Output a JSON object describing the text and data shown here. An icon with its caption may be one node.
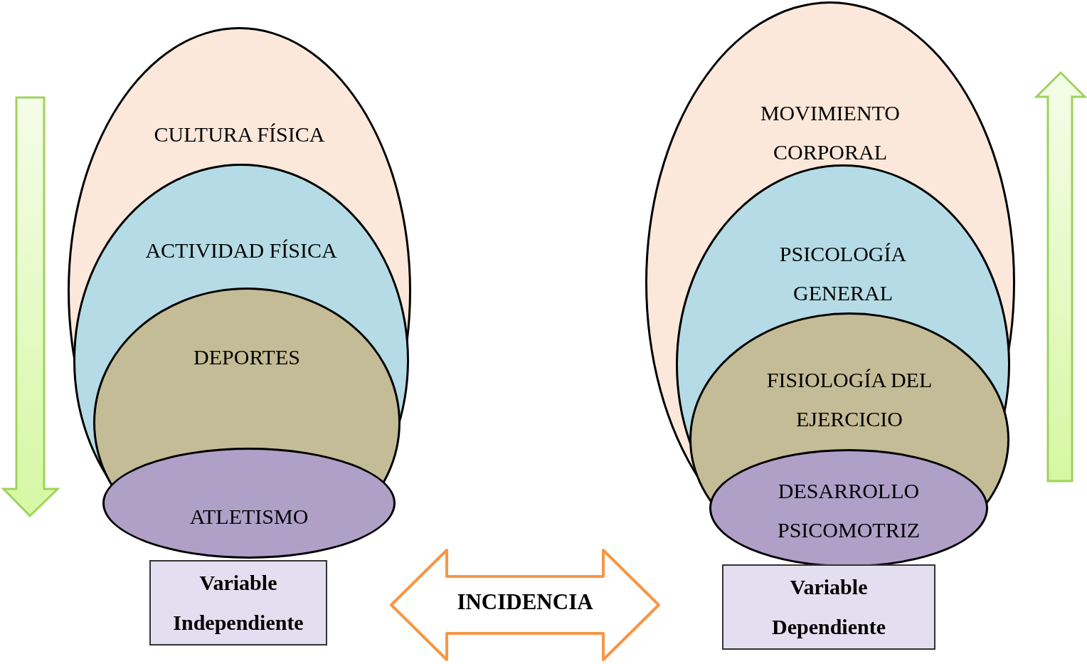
{
  "diagram": {
    "nodes": [
      {
        "text": [
          "CULTURA FÍSICA"
        ]
      },
      {
        "text": [
          "ACTIVIDAD FÍSICA"
        ],
        "in": 0
      },
      {
        "text": [
          "DEPORTES"
        ],
        "in": 1
      },
      {
        "text": [
          "ATLETISMO"
        ],
        "in": 2
      },
      {
        "text": [
          "Variable Independiente"
        ]
      },
      {
        "text": [
          "MOVIMIENTO CORPORAL"
        ]
      },
      {
        "text": [
          "PSICOLOGÍA GENERAL"
        ],
        "in": 5
      },
      {
        "text": [
          "FISIOLOGÍA DEL EJERCICIO"
        ],
        "in": 6
      },
      {
        "text": [
          "DESARROLLO PSICOMOTRIZ"
        ],
        "in": 7
      },
      {
        "text": [
          "Variable Dependiente"
        ]
      },
      {
        "text": [
          "INCIDENCIA"
        ]
      }
    ]
  }
}
